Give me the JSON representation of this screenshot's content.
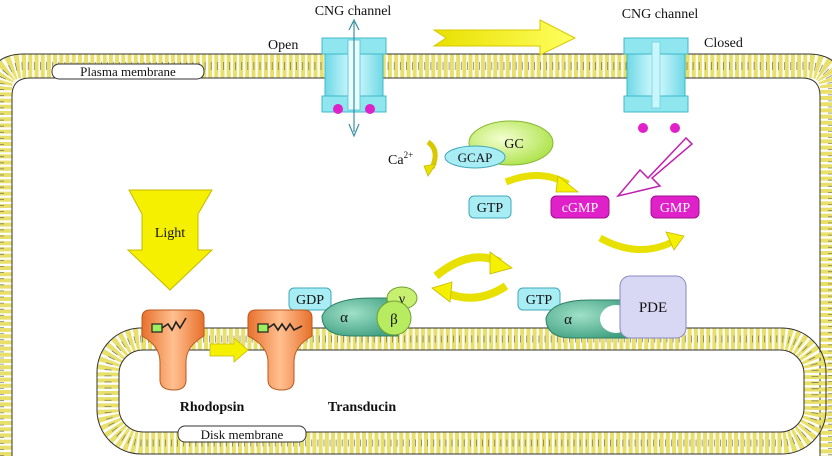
{
  "labels": {
    "cng_left": "CNG channel",
    "cng_right": "CNG channel",
    "open": "Open",
    "closed": "Closed",
    "plasma_membrane": "Plasma membrane",
    "disk_membrane": "Disk membrane",
    "gc": "GC",
    "gcap": "GCAP",
    "ca_base": "Ca",
    "ca_sup": "2+",
    "gtp_top": "GTP",
    "cgmp": "cGMP",
    "gmp": "GMP",
    "light": "Light",
    "gdp": "GDP",
    "alpha_left": "α",
    "beta": "β",
    "gamma": "γ",
    "gtp_bottom": "GTP",
    "alpha_right": "α",
    "pde": "PDE",
    "rhodopsin": "Rhodopsin",
    "transducin": "Transducin"
  },
  "colors": {
    "membrane_dot": "#e8e06a",
    "membrane_line": "#333333",
    "channel_cyan": "#8fe6ef",
    "magenta": "#e020c8",
    "gc_green": "#c8f070",
    "gtp_box": "#a8ecf4",
    "transducin_green": "#5faf98",
    "pde_lavender": "#d8d8f4",
    "rhodopsin_orange": "#f08a4a",
    "arrow_yellow": "#f4f000"
  }
}
